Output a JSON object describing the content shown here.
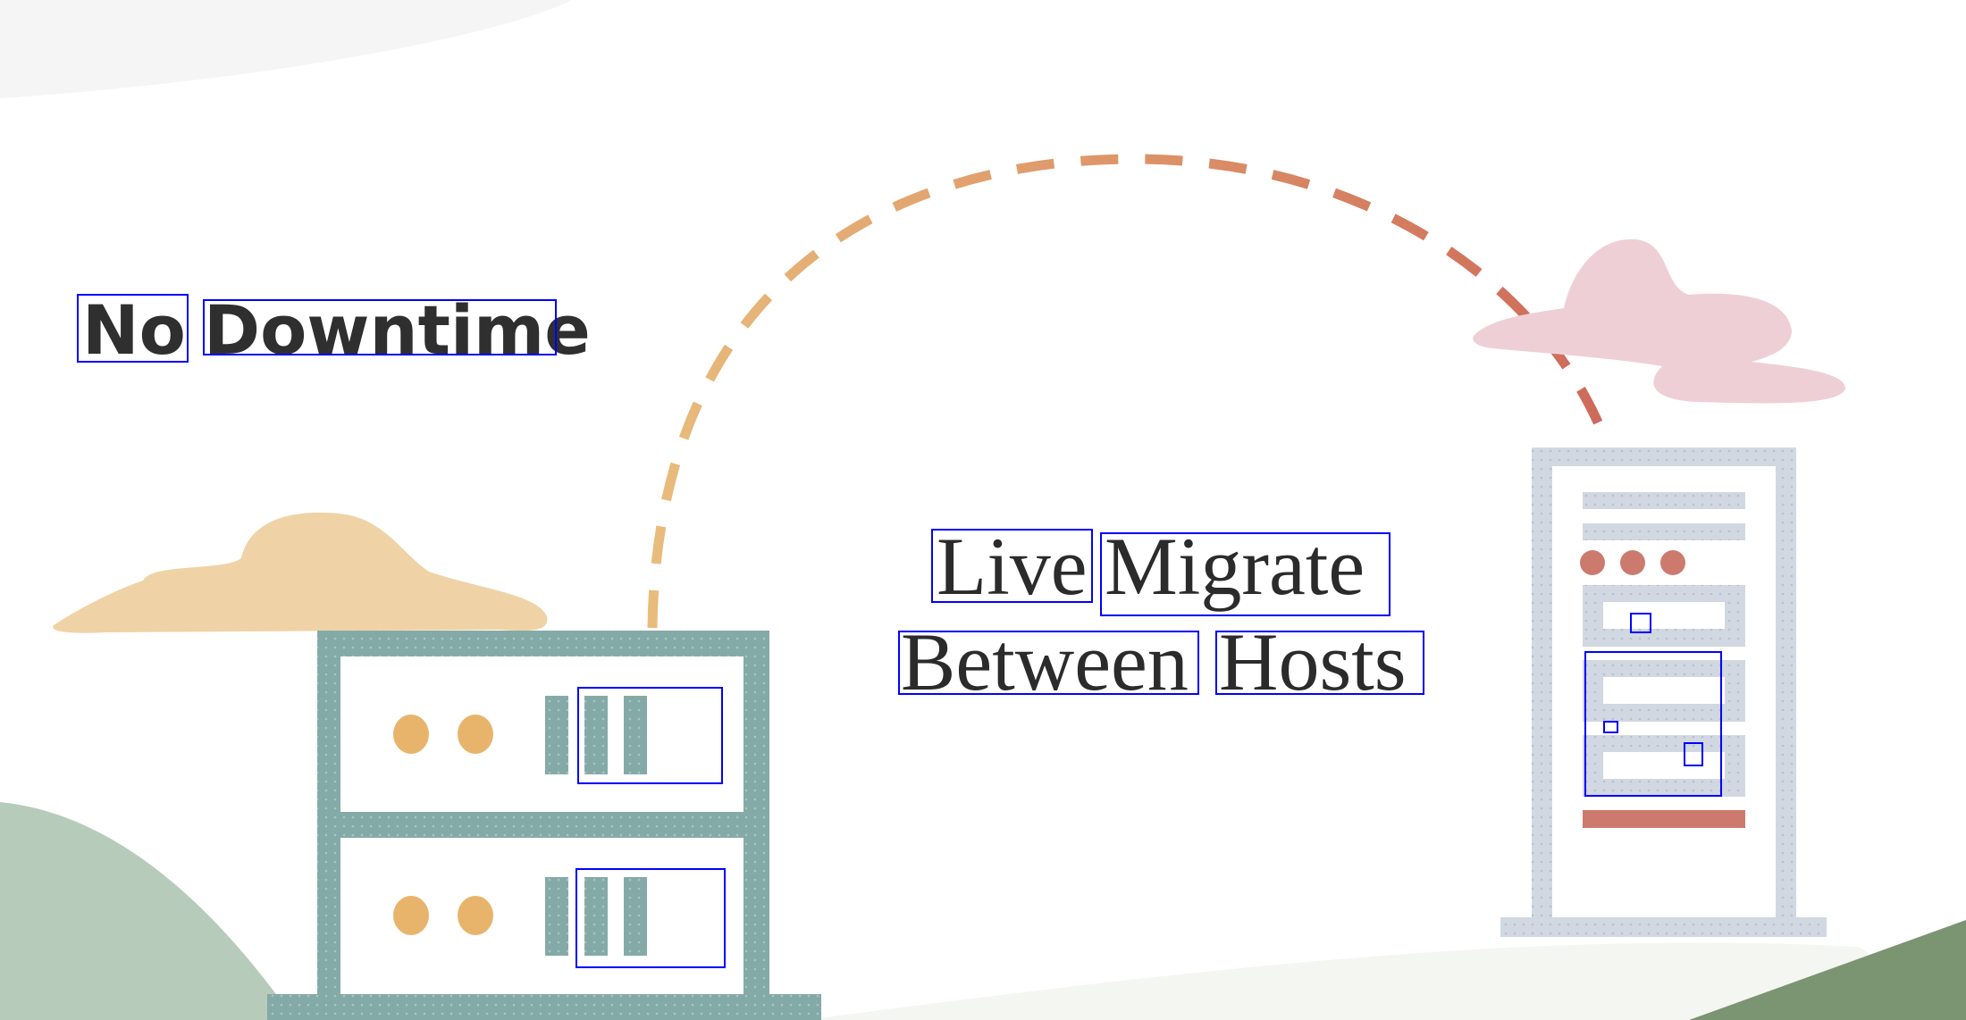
{
  "headline": {
    "word1": "No",
    "word2": "Downtime"
  },
  "caption": {
    "line1": {
      "word1": "Live",
      "word2": "Migrate"
    },
    "line2": {
      "word1": "Between",
      "word2": "Hosts"
    }
  },
  "colors": {
    "teal_server": "#84aaa8",
    "orange_light": "#e8b46c",
    "terracotta": "#cd7a6e",
    "grey_server": "#d1d8e2",
    "sand_cloud": "#efd3a6",
    "pink_cloud": "#efcfd6",
    "sage_hill": "#b7cbbb",
    "dark_green": "#7b9472",
    "annotation_box": "#0000ff"
  }
}
